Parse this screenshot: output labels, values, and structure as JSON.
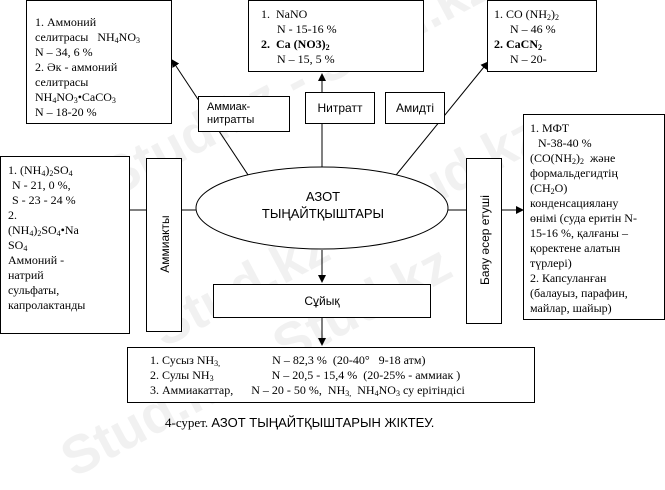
{
  "watermark": "Stud.kz - Stud.kz",
  "center": {
    "line1": "АЗОТ",
    "line2": "ТЫҢАЙТҚЫШТАРЫ"
  },
  "category_boxes": {
    "ammiak_nitrat": {
      "line1": "Аммиак-",
      "line2": "нитратты"
    },
    "nitrat": "Нитратт",
    "amid": "Амидті",
    "ammiak": "Аммиакты",
    "bayu": "Баяу әсер етуші",
    "suyiq": "Сұйық"
  },
  "box_ammonium_nitrate": {
    "l1": "1. Аммоний",
    "l2a": "селитрасы",
    "l2b": "NH",
    "l2c": "NO",
    "l3": "N – 34, 6 %",
    "l4": "2. Әк - аммоний",
    "l5": "селитрасы",
    "l6a": "NH",
    "l6b": "NO",
    "l6c": "•CaCO",
    "l7": "N – 18-20 %"
  },
  "box_nitrate": {
    "l1": "1.",
    "l1b": "NaNO",
    "l2": "N - 15-16 %",
    "l3a": "2.",
    "l3b": "Ca (NO3)",
    "l4": "N – 15, 5 %"
  },
  "box_amide": {
    "l1": "1. CO (NH",
    "l1b": ")",
    "l2": "N – 46 %",
    "l3a": "2.",
    "l3b": "CaCN",
    "l4": "N – 20-"
  },
  "box_ammonium_sulfate": {
    "l1": "1. (NH",
    "l1b": ")",
    "l1c": "SO",
    "l2": "N - 21, 0 %,",
    "l3": "S - 23 - 24 %",
    "l4": "2.",
    "l5a": "(NH",
    "l5b": ")",
    "l5c": "SO",
    "l5d": "•Na",
    "l6": "SO",
    "l7": "Аммоний -",
    "l8": "натрий",
    "l9": "сульфаты,",
    "l10": "капролактанды"
  },
  "box_slow": {
    "l1": "1. МФТ",
    "l2": "N-38-40 %",
    "l3a": "(CO(NH",
    "l3b": ")",
    "l3c": "және",
    "l4": "формальдегидтің",
    "l5": "(CH",
    "l5b": "O)",
    "l6": "конденсациялану",
    "l7": "өнімі (суда еритін N-",
    "l8": "15-16 %, қалғаны –",
    "l9": "қоректене алатын",
    "l10": "түрлері)",
    "l11": "2. Капсуланған",
    "l12": "(балауыз, парафин,",
    "l13": "майлар, шайыр)"
  },
  "box_liquid": {
    "r1a": "1. Сусыз NH",
    "r1b": "N – 82,3 %",
    "r1c": "(20-40°",
    "r1d": "9-18 атм)",
    "r2a": "2. Сулы NH",
    "r2b": "N – 20,5 - 15,4 %",
    "r2c": "(20-25% - аммиак )",
    "r3a": "3. Аммиакаттар,",
    "r3b": "N – 20 - 50 %,",
    "r3c": "NH",
    "r3d": "NH",
    "r3e": "NO",
    "r3f": "су ерітіндісі"
  },
  "caption": {
    "prefix": "4-сурет.",
    "title": "АЗОТ ТЫҢАЙТҚЫШТАРЫН ЖІКТЕУ."
  }
}
